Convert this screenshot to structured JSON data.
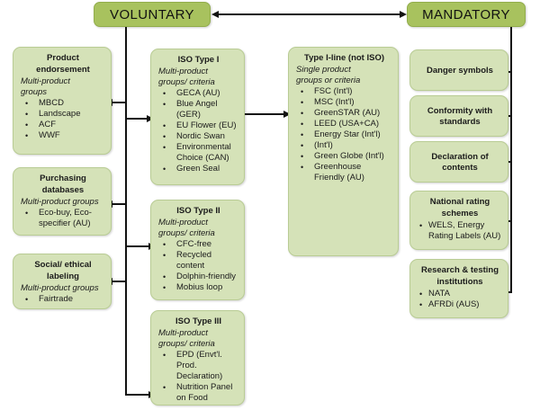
{
  "diagram": {
    "headers": {
      "voluntary": "VOLUNTARY",
      "mandatory": "MANDATORY"
    },
    "colors": {
      "header_fill": "#a8c25e",
      "box_fill": "#d5e2b8",
      "box_border": "#b9cc94",
      "connector": "#121212",
      "background": "#ffffff"
    },
    "left_column": [
      {
        "title_line1": "Product",
        "title_line2": "endorsement",
        "subtitle_line1": "Multi-product",
        "subtitle_line2": "groups",
        "items": [
          "MBCD",
          "Landscape",
          "ACF",
          "WWF"
        ]
      },
      {
        "title_line1": "Purchasing",
        "title_line2": "databases",
        "subtitle_line1": "Multi-product groups",
        "items": [
          "Eco-buy, Eco-specifier (AU)"
        ]
      },
      {
        "title_line1": "Social/ ethical",
        "title_line2": "labeling",
        "subtitle_line1": "Multi-product groups",
        "items": [
          "Fairtrade"
        ]
      }
    ],
    "middle_column": [
      {
        "title": "ISO Type I",
        "subtitle_line1": "Multi-product",
        "subtitle_line2": "groups/ criteria",
        "items": [
          "GECA (AU)",
          "Blue Angel (GER)",
          "EU Flower (EU)",
          "Nordic Swan",
          "Environmental Choice (CAN)",
          "Green Seal"
        ]
      },
      {
        "title": "ISO Type II",
        "subtitle_line1": "Multi-product",
        "subtitle_line2": "groups/ criteria",
        "items": [
          "CFC-free",
          "Recycled content",
          "Dolphin-friendly",
          "Mobius loop"
        ]
      },
      {
        "title": "ISO Type III",
        "subtitle_line1": "Multi-product",
        "subtitle_line2": "groups/ criteria",
        "items": [
          "EPD (Envt'l. Prod. Declaration)",
          "Nutrition Panel on Food"
        ]
      }
    ],
    "type_i_line": {
      "title": "Type I-line (not ISO)",
      "subtitle_line1": "Single product",
      "subtitle_line2": "groups or criteria",
      "items": [
        "FSC (Int'l)",
        "MSC (Int'l)",
        "GreenSTAR (AU)",
        "LEED (USA+CA)",
        "Energy Star (Int'l)",
        " (Int'l)",
        "Green Globe (Int'l)",
        "Greenhouse Friendly (AU)"
      ]
    },
    "right_column": [
      {
        "title_line1": "Danger symbols",
        "title_line2": "",
        "items": []
      },
      {
        "title_line1": "Conformity with",
        "title_line2": "standards",
        "items": []
      },
      {
        "title_line1": "Declaration of",
        "title_line2": "contents",
        "items": []
      },
      {
        "title_line1": "National rating",
        "title_line2": "schemes",
        "items": [
          "WELS, Energy Rating Labels (AU)"
        ]
      },
      {
        "title_line1": "Research & testing",
        "title_line2": "institutions",
        "items": [
          "NATA",
          "AFRDi (AUS)"
        ]
      }
    ]
  }
}
